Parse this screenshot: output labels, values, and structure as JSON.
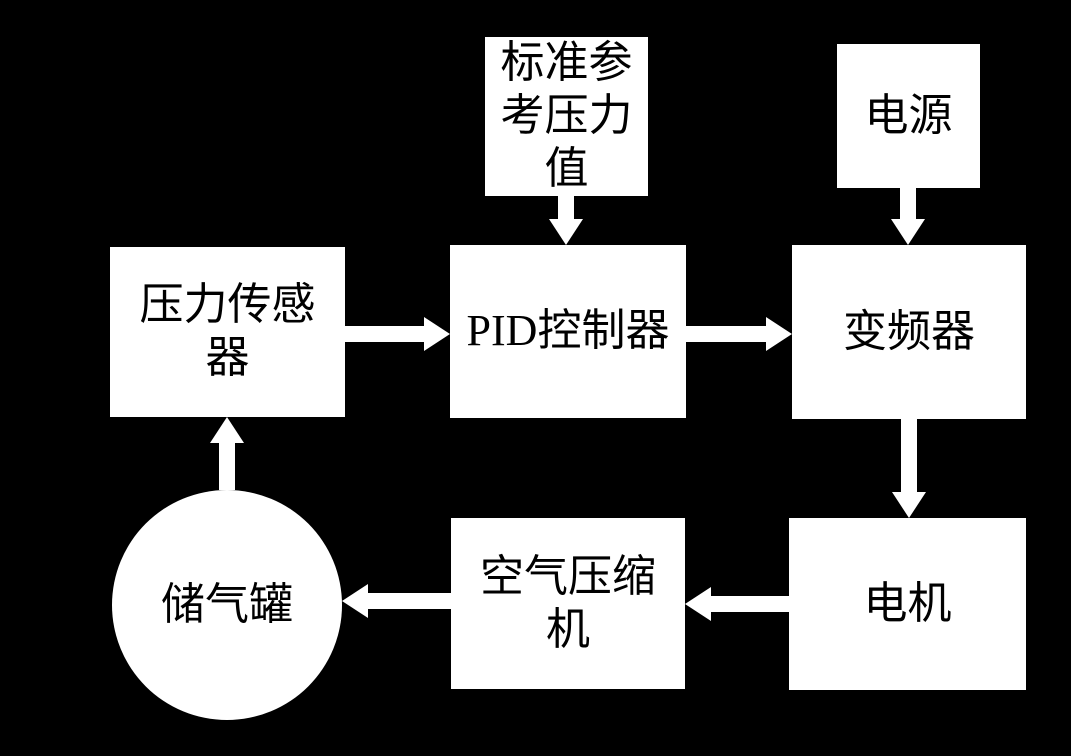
{
  "diagram": {
    "description": "Closed-loop constant-pressure air supply control system block diagram",
    "colors": {
      "background": "#000000",
      "node_fill": "#ffffff",
      "text": "#000000",
      "arrow": "#ffffff"
    },
    "nodes": {
      "reference_pressure": {
        "label": "标准参考压力值",
        "shape": "rect"
      },
      "power_supply": {
        "label": "电源",
        "shape": "rect"
      },
      "pressure_sensor": {
        "label": "压力传感器",
        "shape": "rect"
      },
      "pid_controller": {
        "label": "PID控制器",
        "shape": "rect"
      },
      "inverter": {
        "label": "变频器",
        "shape": "rect"
      },
      "motor": {
        "label": "电机",
        "shape": "rect"
      },
      "air_compressor": {
        "label": "空气压缩机",
        "shape": "rect"
      },
      "air_tank": {
        "label": "储气罐",
        "shape": "circle"
      }
    },
    "edges": [
      {
        "from": "reference_pressure",
        "to": "pid_controller",
        "direction": "down"
      },
      {
        "from": "power_supply",
        "to": "inverter",
        "direction": "down"
      },
      {
        "from": "pressure_sensor",
        "to": "pid_controller",
        "direction": "right"
      },
      {
        "from": "pid_controller",
        "to": "inverter",
        "direction": "right"
      },
      {
        "from": "inverter",
        "to": "motor",
        "direction": "down"
      },
      {
        "from": "motor",
        "to": "air_compressor",
        "direction": "left"
      },
      {
        "from": "air_compressor",
        "to": "air_tank",
        "direction": "left"
      },
      {
        "from": "air_tank",
        "to": "pressure_sensor",
        "direction": "up"
      }
    ]
  }
}
